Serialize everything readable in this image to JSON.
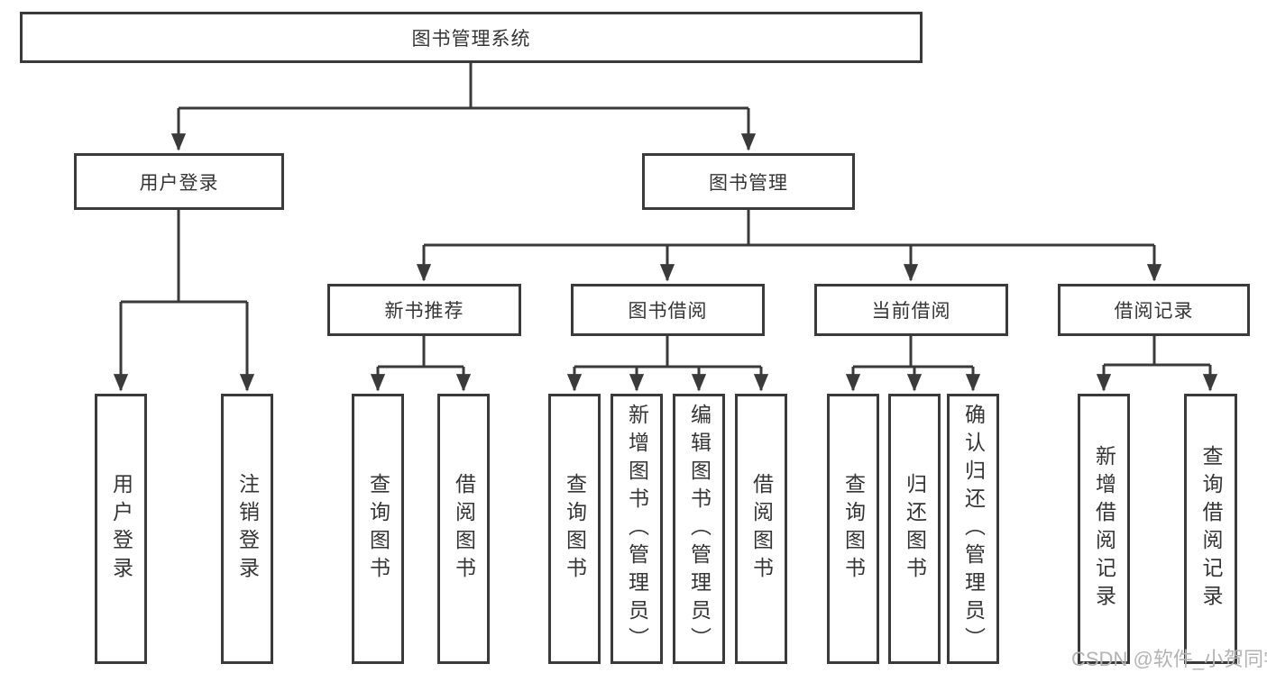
{
  "colors": {
    "background": "#ffffff",
    "line": "#3a3a3a",
    "text": "#353535",
    "watermark": "#b3b3b3"
  },
  "watermark": {
    "text": "CSDN @软件_小贺同学"
  },
  "tree": {
    "root": {
      "label": "图书管理系统"
    },
    "branches": [
      {
        "label": "用户登录",
        "children": [
          {
            "label": "用户登录"
          },
          {
            "label": "注销登录"
          }
        ]
      },
      {
        "label": "图书管理",
        "children": [
          {
            "label": "新书推荐",
            "children": [
              {
                "label": "查询图书"
              },
              {
                "label": "借阅图书"
              }
            ]
          },
          {
            "label": "图书借阅",
            "children": [
              {
                "label": "查询图书"
              },
              {
                "label": "新增图书（管理员）"
              },
              {
                "label": "编辑图书（管理员）"
              },
              {
                "label": "借阅图书"
              }
            ]
          },
          {
            "label": "当前借阅",
            "children": [
              {
                "label": "查询图书"
              },
              {
                "label": "归还图书"
              },
              {
                "label": "确认归还（管理员）"
              }
            ]
          },
          {
            "label": "借阅记录",
            "children": [
              {
                "label": "新增借阅记录"
              },
              {
                "label": "查询借阅记录"
              }
            ]
          }
        ]
      }
    ]
  }
}
